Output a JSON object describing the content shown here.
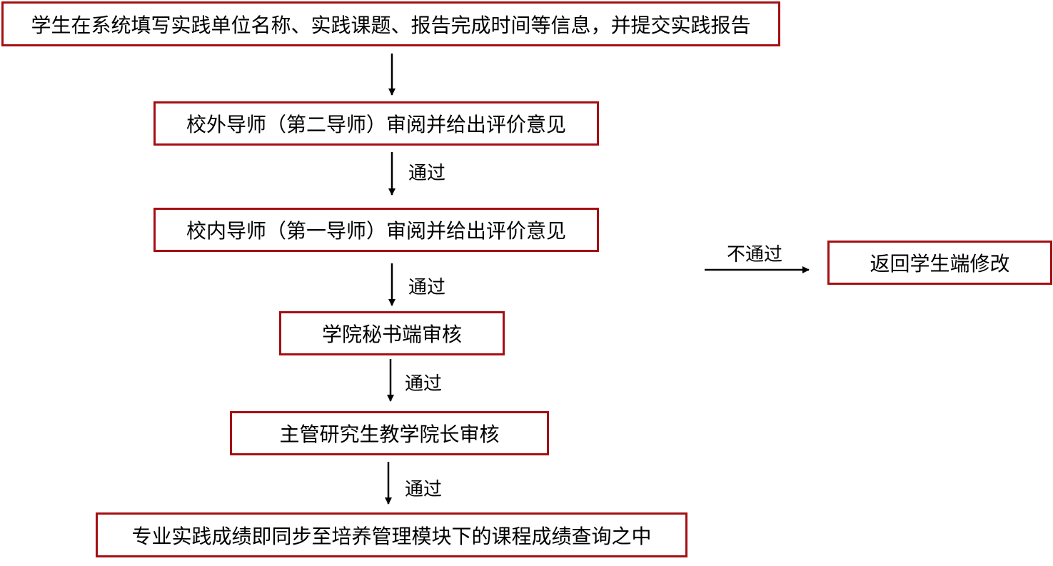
{
  "steps": [
    "学生在系统填写实践单位名称、实践课题、报告完成时间等信息，并提交实践报告",
    "校外导师（第二导师）审阅并给出评价意见",
    "校内导师（第一导师）审阅并给出评价意见",
    "学院秘书端审核",
    "主管研究生教学院长审核",
    "专业实践成绩即同步至培养管理模块下的课程成绩查询之中"
  ],
  "reject": {
    "label": "不通过",
    "target": "返回学生端修改"
  },
  "pass_labels": [
    "通过",
    "通过",
    "通过",
    "通过"
  ],
  "colors": {
    "border": "#a50f12",
    "arrow": "#000000"
  }
}
